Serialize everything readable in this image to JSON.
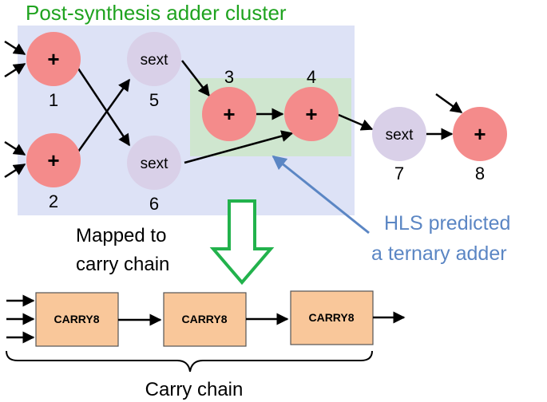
{
  "cluster_title": "Post-synthesis adder cluster",
  "nodes": [
    {
      "id": "1",
      "op": "+",
      "kind": "adder"
    },
    {
      "id": "2",
      "op": "+",
      "kind": "adder"
    },
    {
      "id": "3",
      "op": "+",
      "kind": "adder"
    },
    {
      "id": "4",
      "op": "+",
      "kind": "adder"
    },
    {
      "id": "5",
      "op": "sext",
      "kind": "sign-extend"
    },
    {
      "id": "6",
      "op": "sext",
      "kind": "sign-extend"
    },
    {
      "id": "7",
      "op": "sext",
      "kind": "sign-extend"
    },
    {
      "id": "8",
      "op": "+",
      "kind": "adder"
    }
  ],
  "mapping_label": [
    "Mapped to",
    "carry chain"
  ],
  "hls_note": [
    "HLS predicted",
    "a ternary adder"
  ],
  "carry_blocks": [
    "CARRY8",
    "CARRY8",
    "CARRY8"
  ],
  "chain_label": "Carry chain",
  "colors": {
    "cluster_bg": "#dde2f6",
    "ternary_bg": "#cfe6cf",
    "adder_fill": "#f48b8b",
    "sext_fill": "#d9d0e8",
    "carry_fill": "#f9c79a",
    "title_green": "#1fa31f",
    "hls_blue": "#5b86c4",
    "arrow_green": "#22b24c"
  }
}
